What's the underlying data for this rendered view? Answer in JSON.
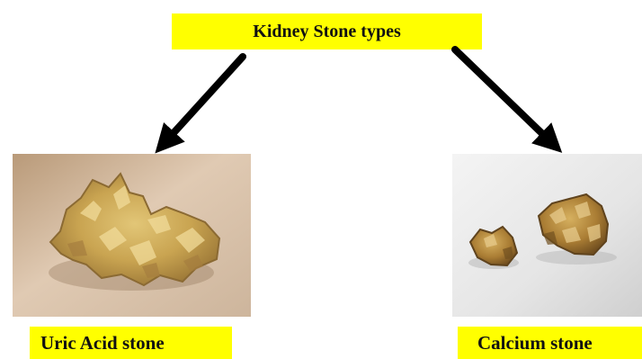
{
  "title": "Kidney Stone types",
  "left_label": "Uric Acid stone",
  "right_label": "Calcium stone",
  "colors": {
    "label_background": "#ffff00",
    "arrow": "#000000",
    "text": "#111111"
  }
}
